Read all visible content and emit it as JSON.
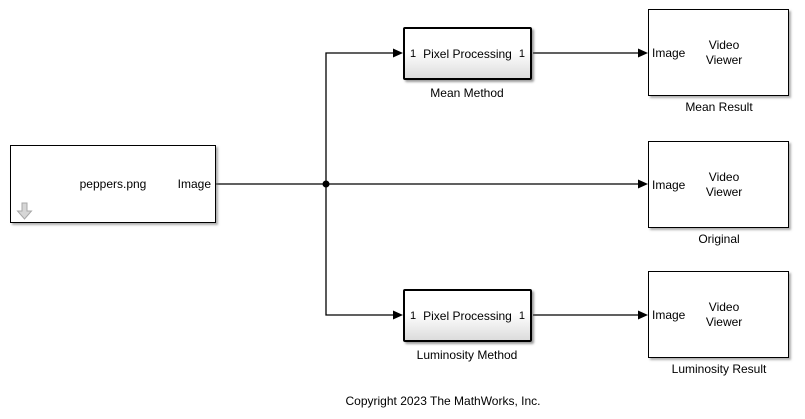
{
  "diagram": {
    "source_block": {
      "name": "peppers.png",
      "out_port_label": "Image",
      "icon": "download-arrow-icon"
    },
    "subsystems": [
      {
        "in_port": "1",
        "content": "Pixel Processing",
        "out_port": "1",
        "label": "Mean Method"
      },
      {
        "in_port": "1",
        "content": "Pixel Processing",
        "out_port": "1",
        "label": "Luminosity Method"
      }
    ],
    "viewers": [
      {
        "in_port_label": "Image",
        "text": "Video Viewer",
        "label": "Mean Result"
      },
      {
        "in_port_label": "Image",
        "text": "Video Viewer",
        "label": "Original"
      },
      {
        "in_port_label": "Image",
        "text": "Video Viewer",
        "label": "Luminosity Result"
      }
    ],
    "footer": "Copyright 2023 The MathWorks, Inc.",
    "colors": {
      "wire": "#000000",
      "block_border": "#000000",
      "subsystem_gradient_bottom": "#dcdcdc",
      "icon_gray_fill": "#d6d6d6",
      "icon_gray_stroke": "#a8a8a8"
    }
  }
}
